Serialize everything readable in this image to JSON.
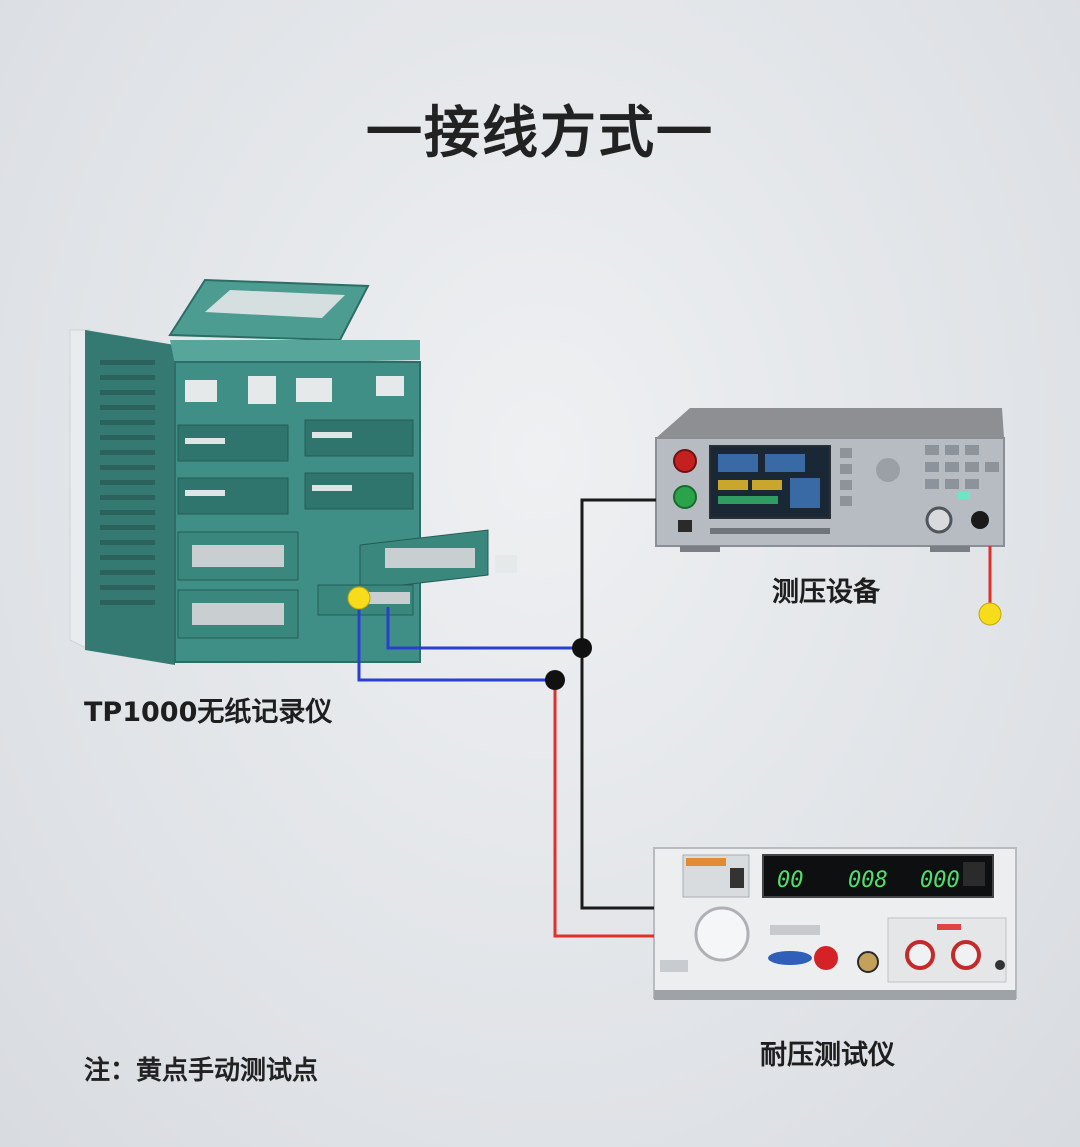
{
  "title": "一接线方式一",
  "devices": {
    "recorder": {
      "label": "TP1000无纸记录仪"
    },
    "test_equipment": {
      "label": "测压设备"
    },
    "hipot_tester": {
      "label": "耐压测试仪",
      "displays": [
        "00",
        "008",
        "000"
      ]
    }
  },
  "note": "注：黄点手动测试点",
  "colors": {
    "background": "#dfe2e6",
    "recorder_body": "#3f8f86",
    "wire_black": "#1a1a1a",
    "wire_blue": "#2a3fd0",
    "wire_red": "#e0302a",
    "test_point": "#f7dc1b",
    "junction": "#111111"
  }
}
